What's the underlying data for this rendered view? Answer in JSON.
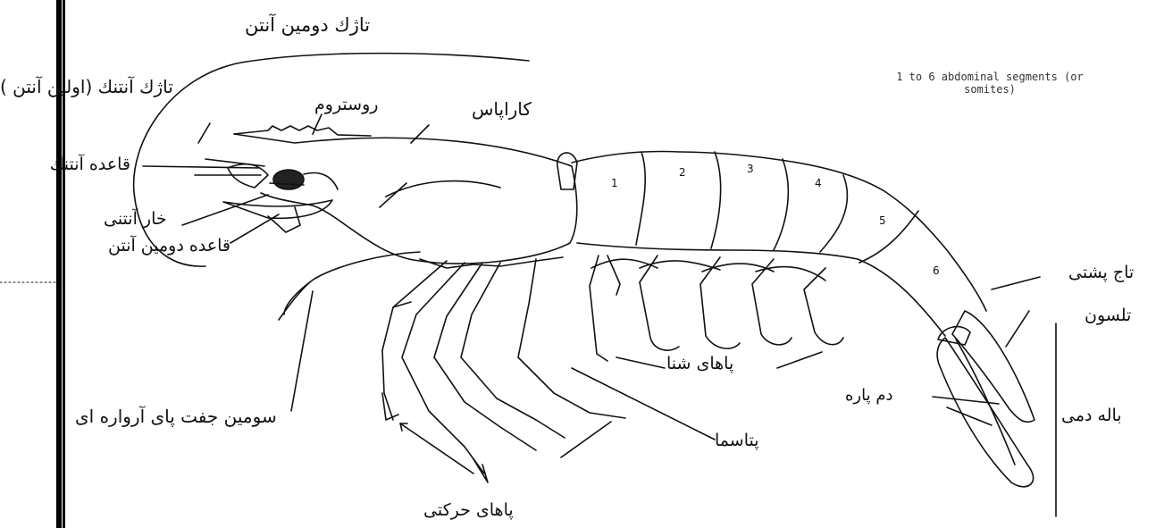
{
  "labels": {
    "second_antenna_flagellum": "تاژك دومین آنتن",
    "antennule_flagellum": "تاژك آنتنك (اولین آنتن )",
    "rostrum": "روستروم",
    "carapace": "كاراپاس",
    "antennule_base": "قاعده آنتنك",
    "antennal_spine": "خار آنتنی",
    "second_antenna_base": "قاعده دومین آنتن",
    "third_maxilliped": "سومین جفت پای آرواره ای",
    "walking_legs": "پاهای حركتی",
    "petasma": "پتاسما",
    "swimming_legs": "پاهای شنا",
    "telson": "تلسون",
    "dorsal_carina": "تاج پشتی",
    "uropod": "دم پاره",
    "tail_fan": "باله دمی",
    "abdominal_segments_en": "1 to 6 abdominal segments (or somites)"
  },
  "segment_numbers": [
    "1",
    "2",
    "3",
    "4",
    "5",
    "6"
  ],
  "colors": {
    "ink": "#111111",
    "background": "#ffffff",
    "frame": "#000000"
  }
}
